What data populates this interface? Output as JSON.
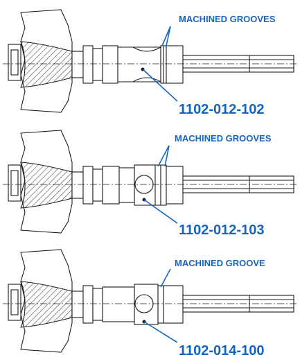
{
  "colors": {
    "ink": "#1a1a1a",
    "accent": "#1565c0",
    "background": "#ffffff"
  },
  "figures": [
    {
      "callout": "MACHINED GROOVES",
      "part_number": "1102-012-102"
    },
    {
      "callout": "MACHINED GROOVES",
      "part_number": "1102-012-103"
    },
    {
      "callout": "MACHINED GROOVE",
      "part_number": "1102-014-100"
    }
  ]
}
